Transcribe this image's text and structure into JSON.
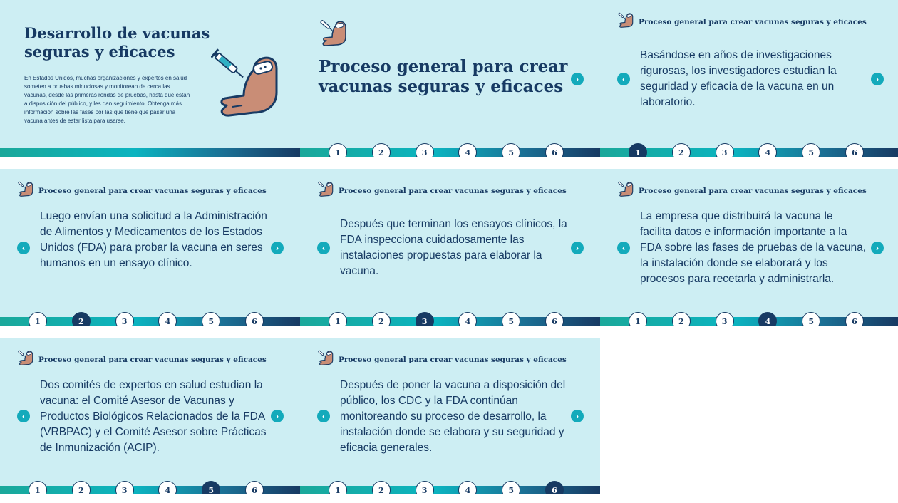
{
  "intro_panel": {
    "title": "Desarrollo de vacunas seguras y eficaces",
    "description": "En Estados Unidos, muchas organizaciones y expertos en salud someten a pruebas minuciosas y monitorean de cerca las vacunas, desde las primeras rondas de pruebas, hasta que están a disposición del público, y les dan seguimiento. Obtenga más información sobre las fases por las que tiene que pasar una vacuna antes de estar lista para usarse.",
    "illustration_icon": "vaccinated-arm-icon"
  },
  "cover_panel": {
    "title": "Proceso general para crear vacunas seguras y eficaces",
    "next_icon": "chevron-right-icon"
  },
  "header_label": "Proceso general para crear vacunas seguras y eficaces",
  "step_labels": [
    "1",
    "2",
    "3",
    "4",
    "5",
    "6"
  ],
  "steps": [
    {
      "number": "1",
      "text": "Basándose en años de investigaciones rigurosas, los investigadores estudian la seguridad y eficacia de la vacuna en un laboratorio."
    },
    {
      "number": "2",
      "text": "Luego envían una solicitud a la Administración de Alimentos y Medicamentos de los Estados Unidos (FDA) para probar la vacuna en seres humanos en un ensayo clínico."
    },
    {
      "number": "3",
      "text": "Después que terminan los ensayos clínicos, la FDA inspecciona cuidadosamente las instalaciones propuestas para elaborar la vacuna."
    },
    {
      "number": "4",
      "text": "La empresa que distribuirá la vacuna le facilita datos e información importante a la FDA sobre las fases de pruebas de la vacuna, la instalación donde se elaborará y los procesos para recetarla y administrarla."
    },
    {
      "number": "5",
      "text": "Dos comités de expertos en salud estudian la vacuna: el Comité Asesor de Vacunas y Productos Biológicos Relacionados de la FDA (VRBPAC) y el Comité Asesor sobre Prácticas de Inmunización (ACIP)."
    },
    {
      "number": "6",
      "text": "Después de poner la vacuna a disposición del público, los CDC y la FDA continúan monitoreando su proceso de desarrollo, la instalación donde se elabora y su seguridad y eficacia generales."
    }
  ],
  "colors": {
    "panel_bg": "#cdeef3",
    "navy": "#173a63",
    "teal": "#13aabb",
    "skin": "#c98d76"
  }
}
